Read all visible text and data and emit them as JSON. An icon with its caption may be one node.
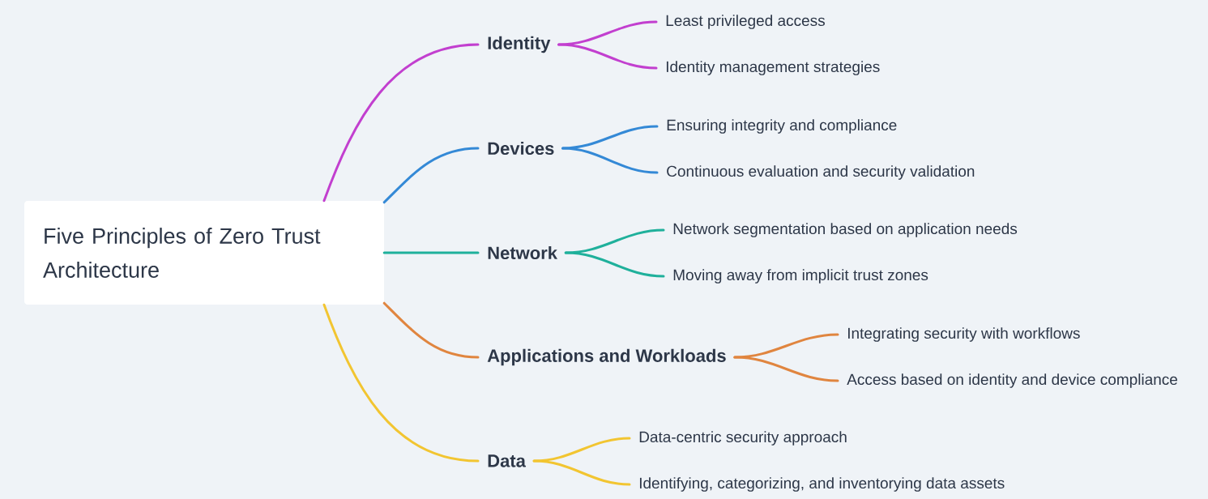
{
  "diagram": {
    "nodes": [
      {
        "text": [
          "Five Principles of Zero Trust Architecture"
        ]
      },
      {
        "text": [
          "Identity"
        ]
      },
      {
        "text": [
          "Least privileged access"
        ]
      },
      {
        "text": [
          "Identity management strategies"
        ]
      },
      {
        "text": [
          "Devices"
        ]
      },
      {
        "text": [
          "Ensuring integrity and compliance"
        ]
      },
      {
        "text": [
          "Continuous evaluation and security validation"
        ]
      },
      {
        "text": [
          "Network"
        ]
      },
      {
        "text": [
          "Network segmentation based on application needs"
        ]
      },
      {
        "text": [
          "Moving away from implicit trust zones"
        ]
      },
      {
        "text": [
          "Applications and Workloads"
        ]
      },
      {
        "text": [
          "Integrating security with workflows"
        ]
      },
      {
        "text": [
          "Access based on identity and device compliance"
        ]
      },
      {
        "text": [
          "Data"
        ]
      },
      {
        "text": [
          "Data-centric security approach"
        ]
      },
      {
        "text": [
          "Identifying, categorizing, and inventorying data assets"
        ]
      }
    ],
    "edges": [
      {
        "from": 0,
        "to": 1,
        "arrow": "none",
        "color": "#c23fcf"
      },
      {
        "from": 0,
        "to": 4,
        "arrow": "none",
        "color": "#3489d6"
      },
      {
        "from": 0,
        "to": 7,
        "arrow": "none",
        "color": "#1fb09b"
      },
      {
        "from": 0,
        "to": 10,
        "arrow": "none",
        "color": "#e0853f"
      },
      {
        "from": 0,
        "to": 13,
        "arrow": "none",
        "color": "#f2c531"
      },
      {
        "from": 1,
        "to": 2,
        "arrow": "none",
        "color": "#c23fcf"
      },
      {
        "from": 1,
        "to": 3,
        "arrow": "none",
        "color": "#c23fcf"
      },
      {
        "from": 4,
        "to": 5,
        "arrow": "none",
        "color": "#3489d6"
      },
      {
        "from": 4,
        "to": 6,
        "arrow": "none",
        "color": "#3489d6"
      },
      {
        "from": 7,
        "to": 8,
        "arrow": "none",
        "color": "#1fb09b"
      },
      {
        "from": 7,
        "to": 9,
        "arrow": "none",
        "color": "#1fb09b"
      },
      {
        "from": 10,
        "to": 11,
        "arrow": "none",
        "color": "#e0853f"
      },
      {
        "from": 10,
        "to": 12,
        "arrow": "none",
        "color": "#e0853f"
      },
      {
        "from": 13,
        "to": 14,
        "arrow": "none",
        "color": "#f2c531"
      },
      {
        "from": 13,
        "to": 15,
        "arrow": "none",
        "color": "#f2c531"
      }
    ]
  }
}
